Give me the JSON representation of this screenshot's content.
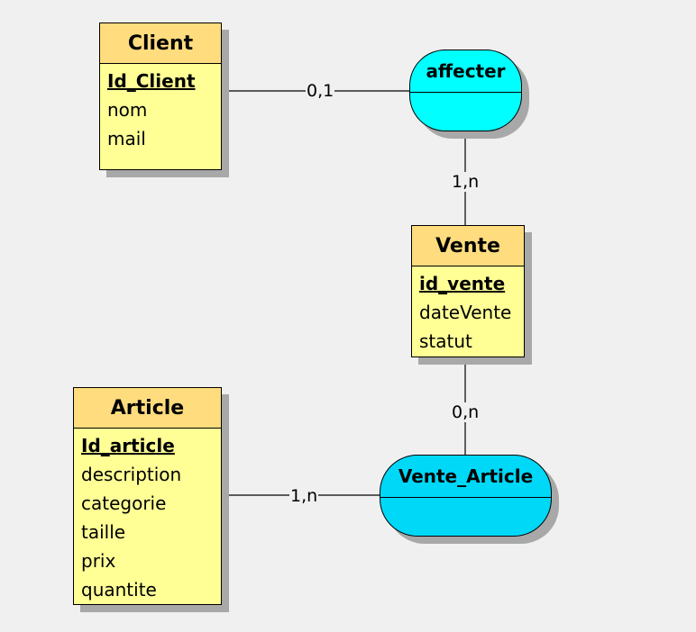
{
  "entities": {
    "client": {
      "title": "Client",
      "key": "Id_Client",
      "attributes": [
        "nom",
        "mail"
      ]
    },
    "vente": {
      "title": "Vente",
      "key": "id_vente",
      "attributes": [
        "dateVente",
        "statut"
      ]
    },
    "article": {
      "title": "Article",
      "key": "Id_article",
      "attributes": [
        "description",
        "categorie",
        "taille",
        "prix",
        "quantite"
      ]
    }
  },
  "associations": {
    "affecter": {
      "name": "affecter"
    },
    "vente_article": {
      "name": "Vente_Article"
    }
  },
  "cardinalities": {
    "client_affecter": "0,1",
    "affecter_vente": "1,n",
    "vente_vente_article": "0,n",
    "article_vente_article": "1,n"
  },
  "colors": {
    "entity_body": "#ffff96",
    "entity_header": "#ffdc7e",
    "association": "#00ffff",
    "shadow": "#a8a8a8",
    "background": "#f0f0f0"
  }
}
